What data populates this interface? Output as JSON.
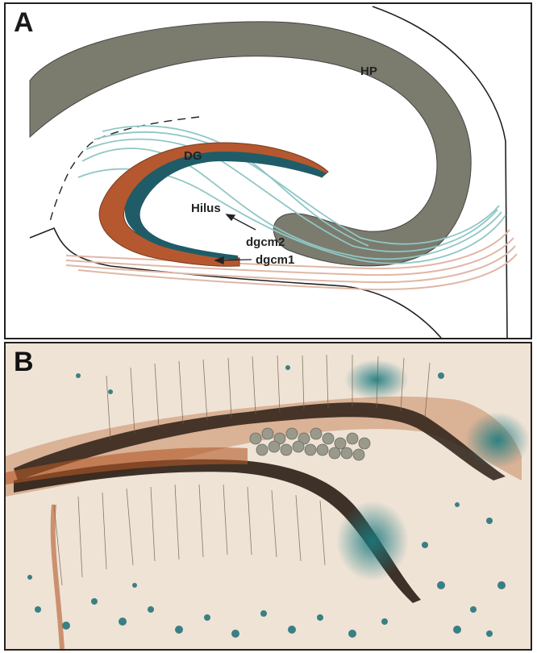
{
  "panel_a": {
    "letter": "A",
    "labels": {
      "hp": "HP",
      "dg": "DG",
      "hilus": "Hilus",
      "dgcm2": "dgcm2",
      "dgcm1": "dgcm1"
    },
    "colors": {
      "hp_fill": "#7b7b6e",
      "dg_outer": "#b5582f",
      "dg_inner": "#1f5c68",
      "dgcm2_fibers": "#8fc7c6",
      "dgcm1_fibers": "#e0b7a6"
    }
  },
  "panel_b": {
    "letter": "B",
    "colors": {
      "background": "#efe3d6",
      "brown_cells": "#b35a2a",
      "dark_layer": "#2a1d14",
      "blue_stain": "#1b7a80"
    }
  }
}
